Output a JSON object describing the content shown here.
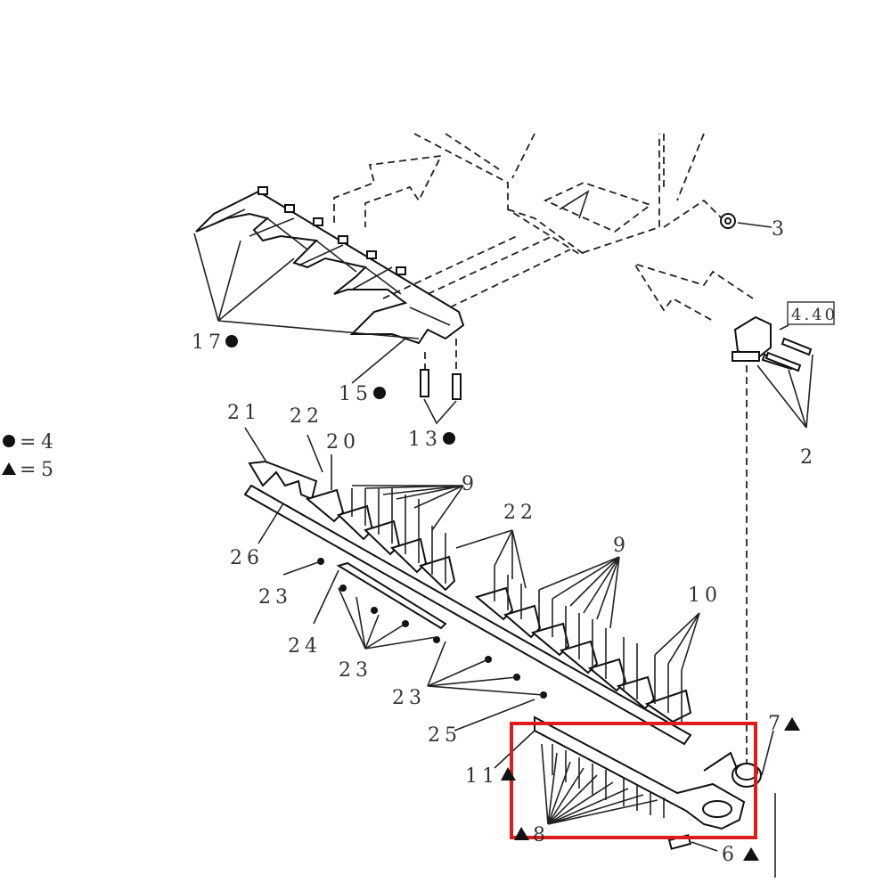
{
  "legend": {
    "circle_symbol_value": "4",
    "triangle_symbol_value": "5"
  },
  "callouts": {
    "c2": "2",
    "c3": "3",
    "c6": "6",
    "c7": "7",
    "c8": "8",
    "c9a": "9",
    "c9b": "9",
    "c10": "10",
    "c11": "11",
    "c13": "13",
    "c15": "15",
    "c17": "17",
    "c20": "20",
    "c21": "21",
    "c22a": "22",
    "c22b": "22",
    "c23a": "23",
    "c23b": "23",
    "c23c": "23",
    "c24": "24",
    "c25": "25",
    "c26": "26"
  },
  "reference_box": "4.40",
  "highlight": {
    "color": "#e01b1b"
  }
}
